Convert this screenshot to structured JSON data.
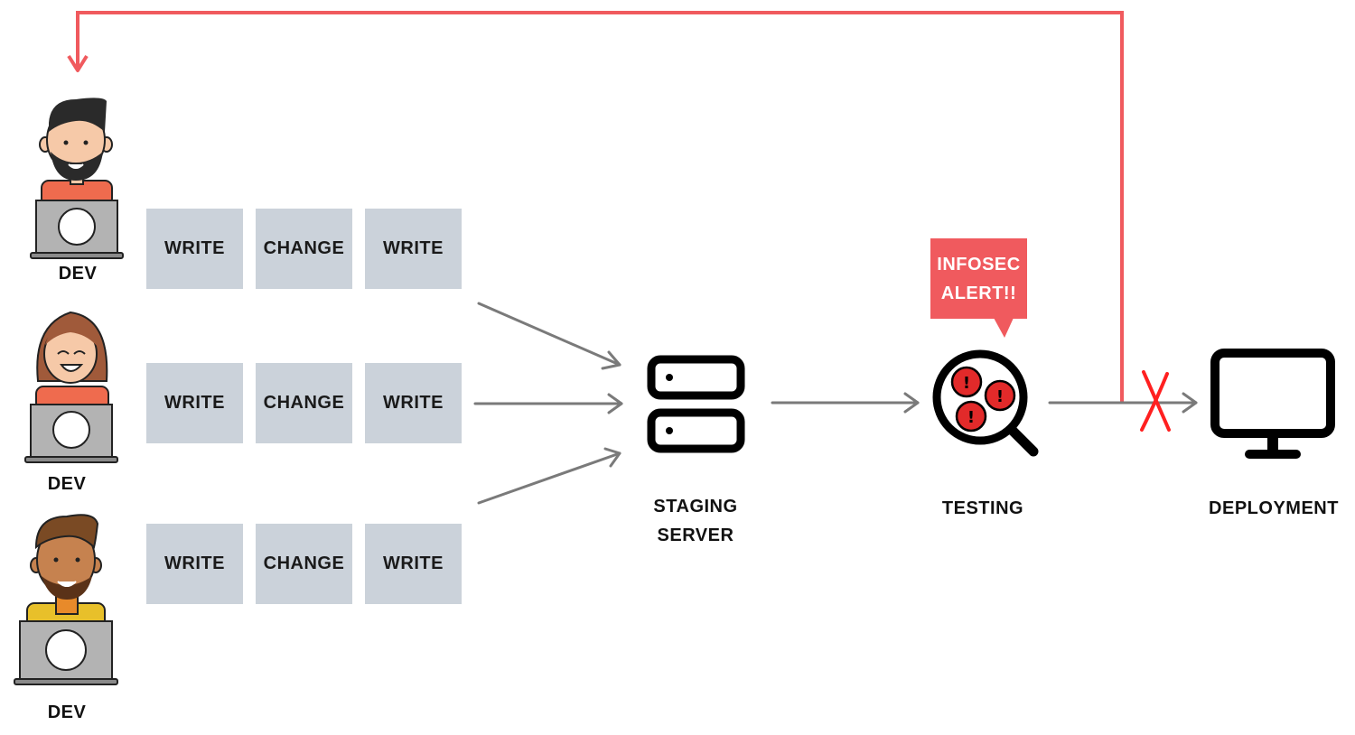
{
  "devs": [
    {
      "label": "DEV",
      "tasks": [
        "WRITE",
        "CHANGE",
        "WRITE"
      ]
    },
    {
      "label": "DEV",
      "tasks": [
        "WRITE",
        "CHANGE",
        "WRITE"
      ]
    },
    {
      "label": "DEV",
      "tasks": [
        "WRITE",
        "CHANGE",
        "WRITE"
      ]
    }
  ],
  "staging": {
    "line1": "STAGING",
    "line2": "SERVER"
  },
  "testing": {
    "label": "TESTING",
    "alert_line1": "INFOSEC",
    "alert_line2": "ALERT!!"
  },
  "deployment": {
    "label": "DEPLOYMENT"
  },
  "colors": {
    "feedback_line": "#f05a5e",
    "alert_bg": "#f05a5e",
    "task_box": "#cbd2da",
    "arrow": "#7a7a7a",
    "blocked_mark": "#ff2020"
  },
  "icons": [
    "dev-avatar-icon",
    "laptop-icon",
    "server-icon",
    "magnifier-bug-icon",
    "monitor-icon",
    "blocked-x-icon"
  ]
}
